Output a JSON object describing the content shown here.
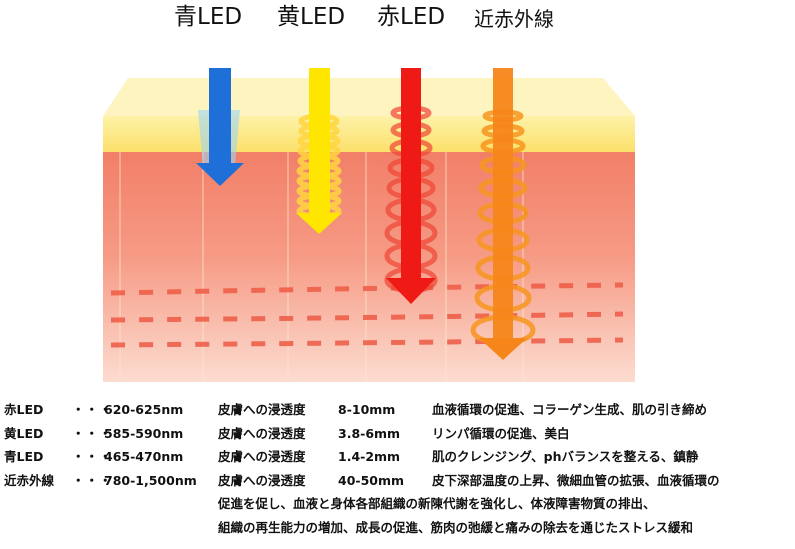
{
  "titles": [
    {
      "label": "青LED",
      "color": "#1f6fd8"
    },
    {
      "label": "黄LED",
      "color": "#ffe000"
    },
    {
      "label": "赤LED",
      "color": "#ef1a16"
    },
    {
      "label": "近赤外線",
      "color": "#f7861a"
    }
  ],
  "diagram": {
    "layers": {
      "epidermis_color": "#fbe57a",
      "dermis_color": "#f4856b",
      "subcutis_color": "#fbd2c4"
    },
    "arrows": [
      {
        "name": "blue",
        "color": "#1f6fd8",
        "depth_label": "1.4-2mm"
      },
      {
        "name": "yellow",
        "color": "#ffe000",
        "depth_label": "3.8-6mm"
      },
      {
        "name": "red",
        "color": "#ef1a16",
        "depth_label": "8-10mm"
      },
      {
        "name": "near-infrared",
        "color": "#f7861a",
        "depth_label": "40-50mm"
      }
    ]
  },
  "legend": {
    "rows": [
      {
        "name": "赤LED",
        "dots": "・・・",
        "wavelength": "620-625nm",
        "penetration_label": "皮膚への浸透度",
        "depth": "8-10mm",
        "effect": "血液循環の促進、コラーゲン生成、肌の引き締め"
      },
      {
        "name": "黄LED",
        "dots": "・・・",
        "wavelength": "585-590nm",
        "penetration_label": "皮膚への浸透度",
        "depth": "3.8-6mm",
        "effect": "リンパ循環の促進、美白"
      },
      {
        "name": "青LED",
        "dots": "・・・",
        "wavelength": "465-470nm",
        "penetration_label": "皮膚への浸透度",
        "depth": "1.4-2mm",
        "effect": "肌のクレンジング、phバランスを整える、鎮静"
      },
      {
        "name": "近赤外線",
        "dots": "・・・",
        "wavelength": "780-1,500nm",
        "penetration_label": "皮膚への浸透度",
        "depth": "40-50mm",
        "effect": "皮下深部温度の上昇、微細血管の拡張、血液循環の"
      }
    ],
    "continuation": [
      "促進を促し、血液と身体各部組織の新陳代謝を強化し、体液障害物質の排出、",
      "組織の再生能力の増加、成長の促進、筋肉の弛緩と痛みの除去を通じたストレス緩和"
    ]
  }
}
